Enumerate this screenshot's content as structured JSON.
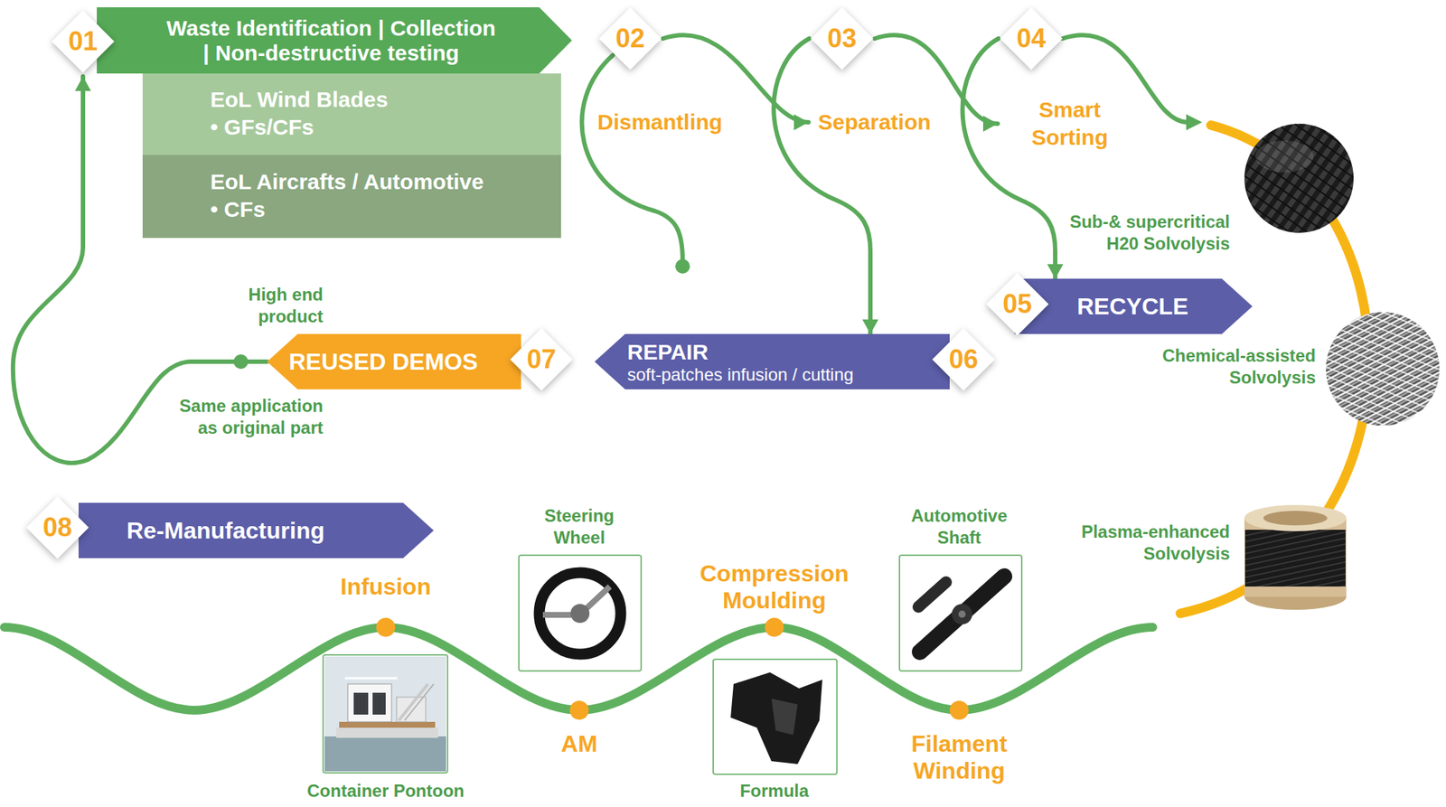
{
  "diagram": {
    "nodes": [
      {
        "text": [
          "01"
        ]
      },
      {
        "text": [
          "Waste Identification | Collection | Non-destructive testing"
        ]
      },
      {
        "text": [
          "EoL Wind Blades",
          "• GFs/CFs"
        ]
      },
      {
        "text": [
          "EoL Aircrafts / Automotive",
          "• CFs"
        ]
      },
      {
        "text": [
          "02",
          "Dismantling"
        ]
      },
      {
        "text": [
          "03",
          "Separation"
        ]
      },
      {
        "text": [
          "04",
          "Smart Sorting"
        ]
      },
      {
        "text": [
          "05"
        ]
      },
      {
        "text": [
          "RECYCLE"
        ]
      },
      {
        "text": [
          "06"
        ]
      },
      {
        "text": [
          "REPAIR",
          "soft-patches infusion / cutting"
        ]
      },
      {
        "text": [
          "07"
        ]
      },
      {
        "text": [
          "REUSED DEMOS"
        ]
      },
      {
        "text": [
          "08"
        ]
      },
      {
        "text": [
          "Re-Manufacturing"
        ]
      }
    ],
    "edges": [
      {
        "from": 4,
        "to": 5,
        "arrow": "to"
      },
      {
        "from": 5,
        "to": 6,
        "arrow": "to"
      },
      {
        "from": 5,
        "to": 10,
        "arrow": "to"
      },
      {
        "from": 6,
        "to": 8,
        "arrow": "to"
      },
      {
        "from": 12,
        "to": 0,
        "arrow": "to"
      }
    ],
    "labels": [
      "Sub-& supercritical H20 Solvolysis",
      "High end product",
      "Chemical-assisted Solvolysis",
      "Same application as original part",
      "Steering Wheel",
      "Automotive Shaft",
      "Compression Moulding",
      "Plasma-enhanced Solvolysis",
      "Infusion",
      "AM",
      "Filament Winding",
      "Container Pontoon",
      "Formula"
    ]
  }
}
